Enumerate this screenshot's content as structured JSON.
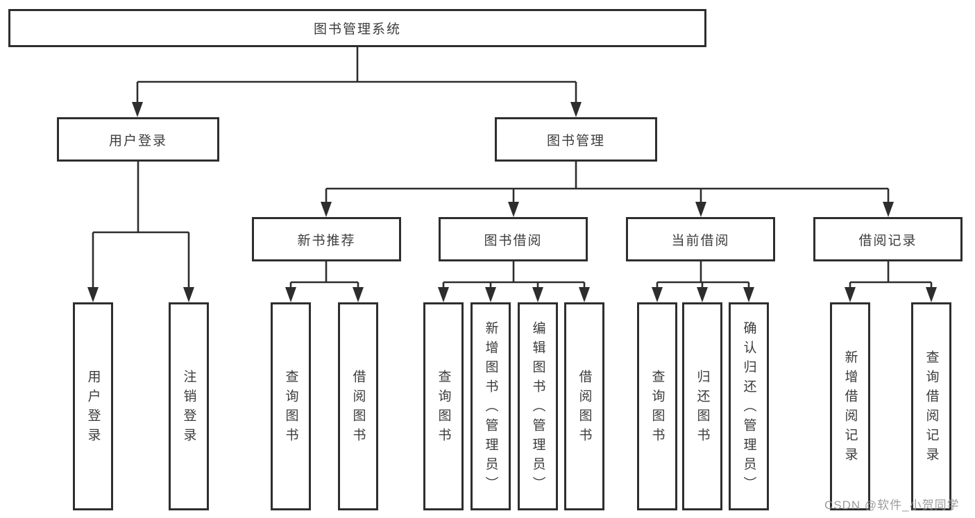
{
  "diagram": {
    "root": "图书管理系统",
    "level1": [
      "用户登录",
      "图书管理"
    ],
    "level2": [
      "新书推荐",
      "图书借阅",
      "当前借阅",
      "借阅记录"
    ],
    "leaves_login": [
      "用户登录",
      "注销登录"
    ],
    "leaves_newbook": [
      "查询图书",
      "借阅图书"
    ],
    "leaves_borrow": [
      "查询图书",
      "新增图书（管理员）",
      "编辑图书（管理员）",
      "借阅图书"
    ],
    "leaves_current": [
      "查询图书",
      "归还图书",
      "确认归还（管理员）"
    ],
    "leaves_records": [
      "新增借阅记录",
      "查询借阅记录"
    ]
  },
  "watermark": "CSDN @软件_小贺同学",
  "colors": {
    "line": "#2d2d2d",
    "box_border": "#2e2e2e",
    "text": "#3c3c3c",
    "background": "#ffffff",
    "watermark": "#949494"
  }
}
